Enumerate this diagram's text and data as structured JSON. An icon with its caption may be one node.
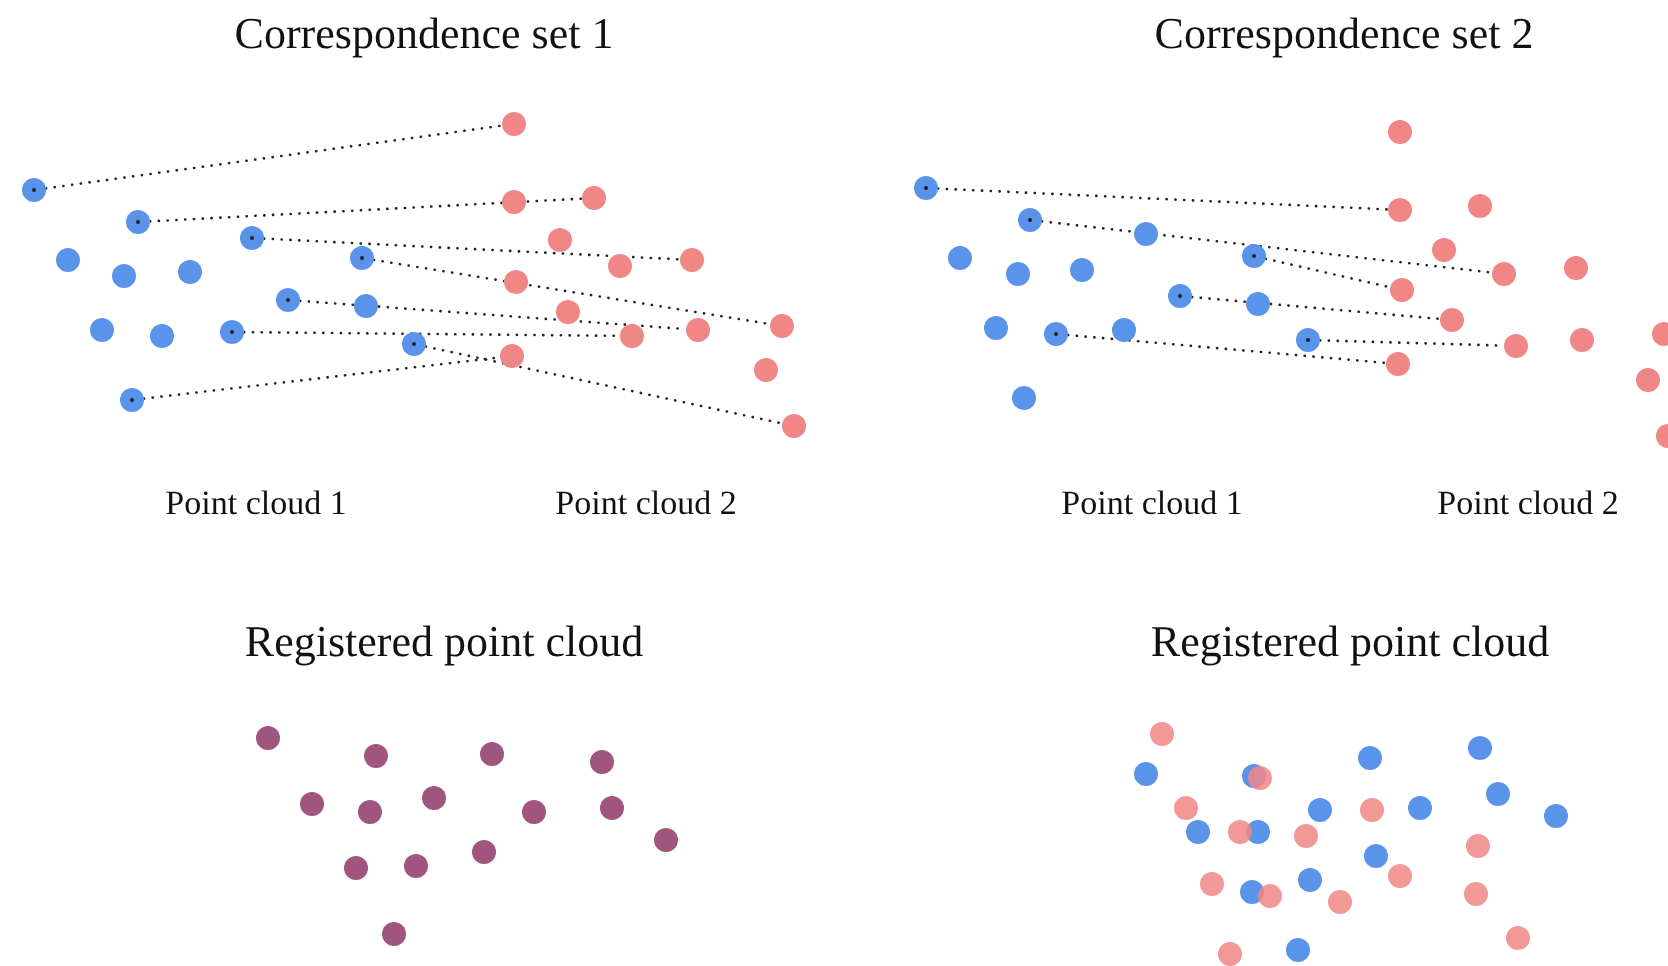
{
  "diagram": {
    "nodes": [
      {
        "text": [],
        "shape": "circle"
      },
      {
        "text": [],
        "shape": "circle"
      },
      {
        "text": [],
        "shape": "circle"
      },
      {
        "text": [],
        "shape": "circle"
      },
      {
        "text": [],
        "shape": "circle"
      },
      {
        "text": [],
        "shape": "circle"
      },
      {
        "text": [],
        "shape": "circle"
      },
      {
        "text": [],
        "shape": "circle"
      },
      {
        "text": [],
        "shape": "circle"
      },
      {
        "text": [],
        "shape": "circle"
      },
      {
        "text": [],
        "shape": "circle"
      },
      {
        "text": [],
        "shape": "circle"
      },
      {
        "text": [],
        "shape": "circle"
      },
      {
        "text": [],
        "shape": "circle"
      },
      {
        "text": [],
        "shape": "circle"
      },
      {
        "text": [],
        "shape": "circle"
      },
      {
        "text": [],
        "shape": "circle"
      },
      {
        "text": [],
        "shape": "circle"
      },
      {
        "text": [],
        "shape": "circle"
      },
      {
        "text": [],
        "shape": "circle"
      },
      {
        "text": [],
        "shape": "circle"
      },
      {
        "text": [],
        "shape": "circle"
      },
      {
        "text": [],
        "shape": "circle"
      },
      {
        "text": [],
        "shape": "circle"
      },
      {
        "text": [],
        "shape": "circle"
      },
      {
        "text": [],
        "shape": "circle"
      },
      {
        "text": [],
        "shape": "circle"
      },
      {
        "text": [],
        "shape": "circle"
      }
    ],
    "edges": [
      {
        "from": 0,
        "to": 8,
        "arrow": "none"
      },
      {
        "from": 1,
        "to": 9,
        "arrow": "none"
      },
      {
        "from": 2,
        "to": 10,
        "arrow": "none"
      },
      {
        "from": 3,
        "to": 11,
        "arrow": "none"
      },
      {
        "from": 4,
        "to": 12,
        "arrow": "none"
      },
      {
        "from": 5,
        "to": 13,
        "arrow": "none"
      },
      {
        "from": 6,
        "to": 14,
        "arrow": "none"
      },
      {
        "from": 7,
        "to": 15,
        "arrow": "none"
      },
      {
        "from": 16,
        "to": 22,
        "arrow": "none"
      },
      {
        "from": 17,
        "to": 23,
        "arrow": "none"
      },
      {
        "from": 18,
        "to": 24,
        "arrow": "none"
      },
      {
        "from": 19,
        "to": 25,
        "arrow": "none"
      },
      {
        "from": 20,
        "to": 26,
        "arrow": "none"
      },
      {
        "from": 21,
        "to": 27,
        "arrow": "none"
      }
    ],
    "labels": [
      "Correspondence set 1",
      "Correspondence set 2",
      "Point cloud 1",
      "Point cloud 2",
      "Point cloud 1",
      "Point cloud 2",
      "Registered point cloud",
      "Registered point cloud"
    ]
  }
}
